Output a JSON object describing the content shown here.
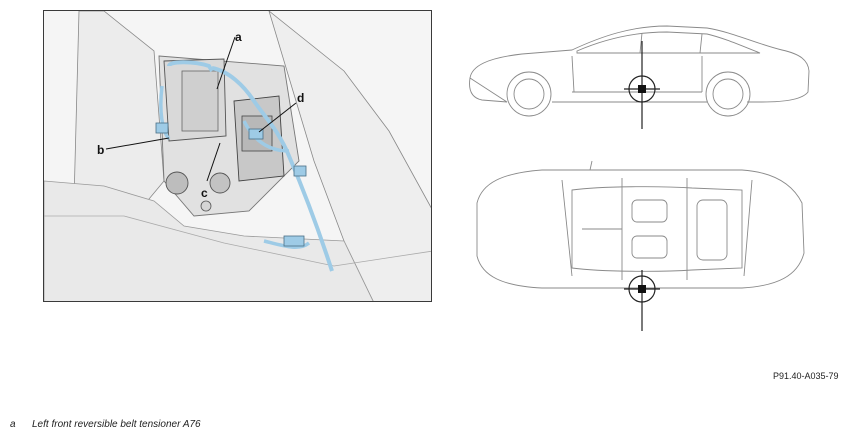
{
  "figure": {
    "callouts": {
      "a": "a",
      "b": "b",
      "c": "c",
      "d": "d"
    },
    "code": "P91.40-A035-79"
  },
  "legend": [
    {
      "key": "a",
      "text": "Left front reversible belt tensioner A76"
    }
  ],
  "colors": {
    "accent_blue": "#9ecbe6",
    "line_gray": "#8a8a8a"
  }
}
